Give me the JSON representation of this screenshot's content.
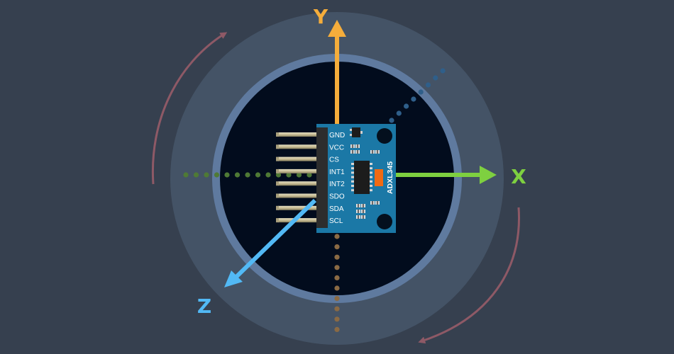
{
  "diagram": {
    "axes": [
      {
        "id": "x",
        "letter": "X",
        "color": "#7ed040"
      },
      {
        "id": "y",
        "letter": "Y",
        "color": "#f5ad3b"
      },
      {
        "id": "z",
        "letter": "Z",
        "color": "#52b9f5"
      }
    ],
    "board": {
      "chip_name": "ADXL345",
      "pins": [
        "GND",
        "VCC",
        "CS",
        "INT1",
        "INT2",
        "SDO",
        "SDA",
        "SCL"
      ]
    },
    "colors": {
      "background": "#36404f",
      "outer_disc": "#445366",
      "inner_ring": "#5f7a9f",
      "inner_disc": "#020c1d",
      "board": "#1b78a6",
      "rotation_arrows": "#8e5966"
    },
    "icons": [
      "rotation-arrow-icon",
      "axis-arrow-icon",
      "pin-header-icon",
      "ic-chip-icon"
    ]
  }
}
